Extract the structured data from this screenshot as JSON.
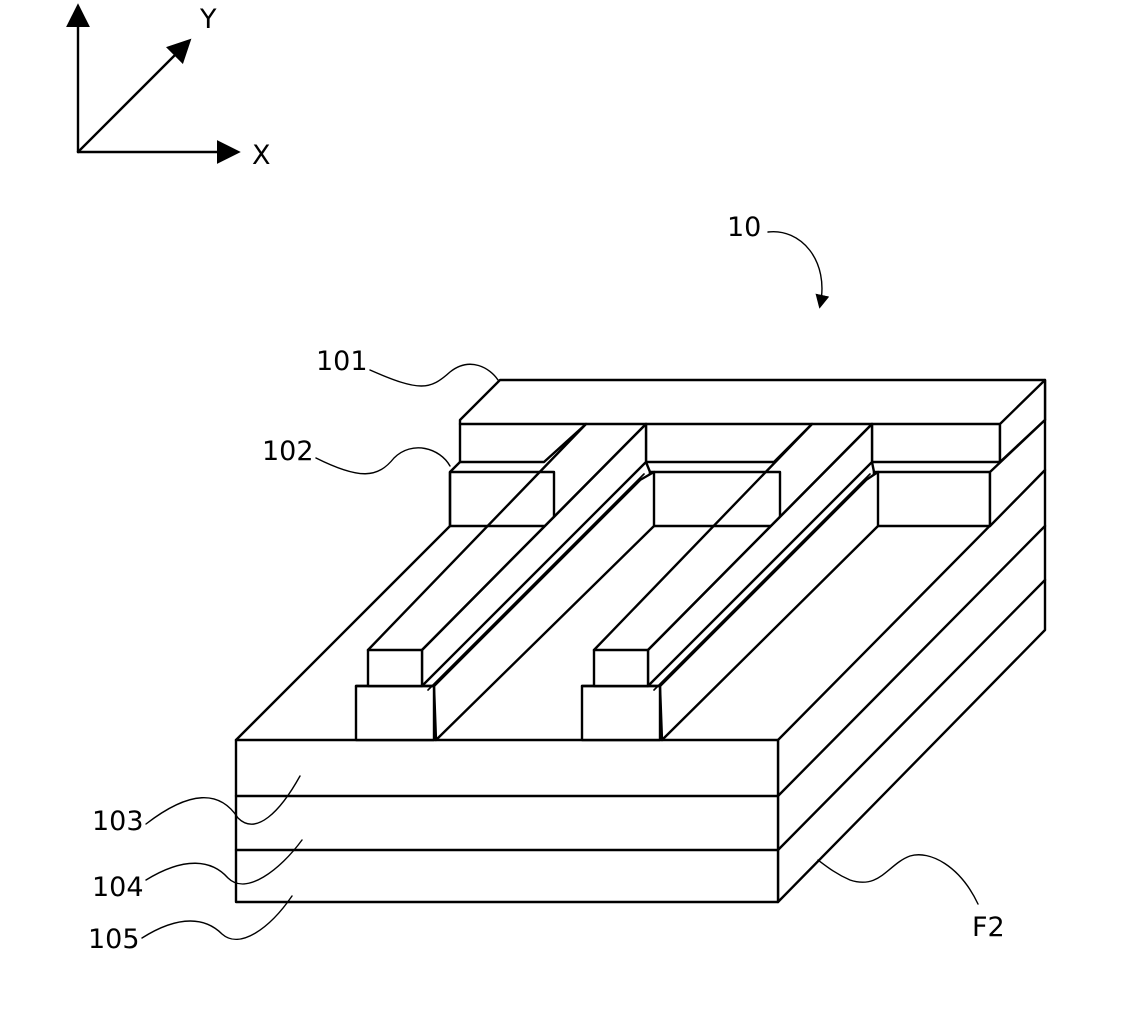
{
  "axes": {
    "y_label": "Y",
    "x_label": "X"
  },
  "reference_numerals": {
    "device": "10",
    "layer_101": "101",
    "layer_102": "102",
    "layer_103": "103",
    "layer_104": "104",
    "layer_105": "105",
    "face_f2": "F2"
  }
}
